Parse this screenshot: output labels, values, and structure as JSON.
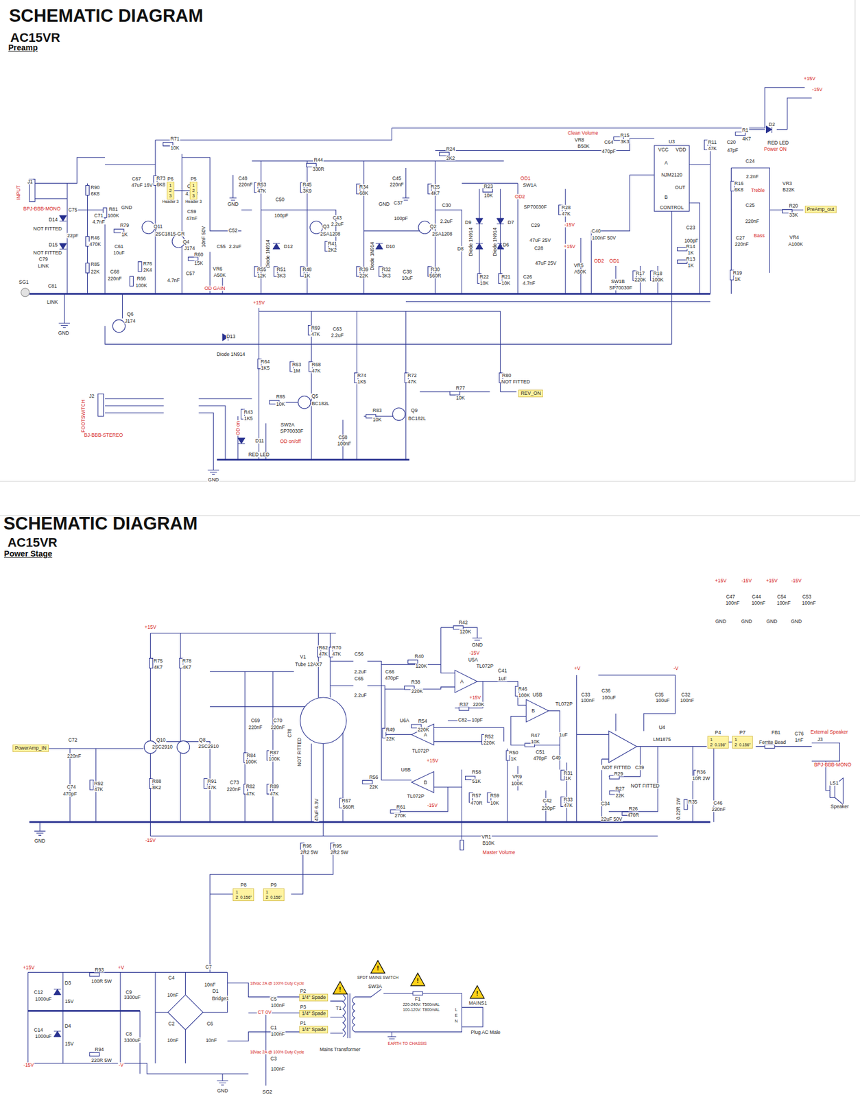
{
  "diagram": {
    "title": "SCHEMATIC DIAGRAM",
    "nodes": [
      {
        "text": [
          "PreAmp_out"
        ]
      },
      {
        "text": [
          "REV_ON"
        ]
      },
      {
        "text": [
          "P6",
          "1 2 3",
          "Header 3"
        ]
      },
      {
        "text": [
          "P5",
          "1 2 3",
          "Header 3"
        ]
      },
      {
        "text": [
          "PowerAmp_IN"
        ]
      },
      {
        "text": [
          "P4",
          "1 2",
          "0.156\""
        ]
      },
      {
        "text": [
          "P7",
          "1 2",
          "0.156\""
        ]
      },
      {
        "text": [
          "P8",
          "1 2",
          "0.156\""
        ]
      },
      {
        "text": [
          "P9",
          "1 2",
          "0.156\""
        ]
      },
      {
        "text": [
          "P2",
          "1/4\" Spade"
        ]
      },
      {
        "text": [
          "P3",
          "1/4\" Spade"
        ]
      },
      {
        "text": [
          "P1",
          "1/4\" Spade"
        ]
      }
    ],
    "edges": [
      {
        "from": 2,
        "to": 3,
        "arrow": "none"
      },
      {
        "from": 5,
        "to": 6,
        "arrow": "none"
      }
    ],
    "labels": [
      "AC15VR",
      "Preamp",
      "SCHEMATIC DIAGRAM",
      "AC15VR",
      "Power Stage",
      "+15V",
      "-15V",
      "R71",
      "10K",
      "R44",
      "330R",
      "R24",
      "2K2",
      "Clean Volume",
      "VR8",
      "B50K",
      "C64",
      "470pF",
      "R15",
      "3K3",
      "U3",
      "R11",
      "47K",
      "C20",
      "47pF",
      "R1",
      "4K7",
      "D2",
      "RED LED",
      "Power ON",
      "INPUT",
      "J1",
      "BPJ-BBB-MONO",
      "D14",
      "NOT FITTED",
      "D15",
      "NOT FITTED",
      "C79",
      "LINK",
      "SG1",
      "C81",
      "LINK",
      "GND",
      "R90",
      "6K8",
      "C75",
      "22pF",
      "C71",
      "4.7nF",
      "R81",
      "100K",
      "C67",
      "47uF 16V",
      "GND",
      "R73",
      "6K8",
      "R79",
      "1K",
      "Q11",
      "2SC1815-GR",
      "C60",
      "4.7nF",
      "C59",
      "47nF",
      "R46",
      "470K",
      "C61",
      "10uF",
      "Q4",
      "J174",
      "10nF 50V",
      "C55",
      "C52",
      "2.2uF",
      "R76",
      "2K4",
      "R60",
      "15K",
      "R85",
      "22K",
      "C68",
      "220nF",
      "R66",
      "100K",
      "C57",
      "4.7nF",
      "VR6",
      "A50K",
      "OD GAIN",
      "Q6",
      "J174",
      "C48",
      "220nF",
      "GND",
      "R53",
      "47K",
      "C50",
      "100pF",
      "R45",
      "3K9",
      "Q3",
      "2SA1208",
      "C43",
      "2.2uF",
      "Diode 1N914",
      "D12",
      "R55",
      "12K",
      "R51",
      "3K3",
      "R48",
      "1K",
      "R41",
      "2K2",
      "R34",
      "68K",
      "C45",
      "220nF",
      "GND",
      "C37",
      "100pF",
      "Diode 1N914",
      "D10",
      "R39",
      "22K",
      "R32",
      "3K3",
      "C38",
      "10uF",
      "R25",
      "4K7",
      "Q2",
      "2SA1208",
      "C30",
      "2.2uF",
      "R30",
      "560R",
      "R23",
      "10K",
      "OD1",
      "SW1A",
      "OD2",
      "SP70030F",
      "D9",
      "Diode 1N914",
      "D8",
      "Diode 1N914",
      "D7",
      "D6",
      "C29",
      "47uF 25V",
      "C28",
      "47uF 25V",
      "R28",
      "47K",
      "-15V",
      "+15V",
      "R22",
      "10K",
      "R21",
      "10K",
      "C26",
      "4.7nF",
      "VR5",
      "A50K",
      "C40",
      "100nF 50V",
      "OD2",
      "OD1",
      "SW1B",
      "SP70030F",
      "R17",
      "220K",
      "R18",
      "100K",
      "VCC",
      "VDD",
      "A",
      "NJM2120",
      "OUT",
      "B",
      "CONTROL",
      "C23",
      "100pF",
      "R14",
      "1K",
      "R13",
      "1K",
      "R16",
      "6K8",
      "C24",
      "2.2nF",
      "Treble",
      "VR3",
      "B22K",
      "R20",
      "33K",
      "C25",
      "220nF",
      "C27",
      "220nF",
      "Bass",
      "VR4",
      "A100K",
      "R19",
      "1K",
      "D13",
      "Diode 1N914",
      "+15V",
      "R69",
      "47K",
      "C63",
      "2.2uF",
      "R64",
      "1K5",
      "R63",
      "1M",
      "R68",
      "47K",
      "R74",
      "1K5",
      "R72",
      "47K",
      "R80",
      "NOT FITTED",
      "R77",
      "10K",
      "R65",
      "10K",
      "Q5",
      "BC182L",
      "R83",
      "10K",
      "Q9",
      "BC182L",
      "R43",
      "1K5",
      "SW2A",
      "SP70030F",
      "OD on/off",
      "C58",
      "100nF",
      "OD on",
      "D11",
      "RED LED",
      "GND",
      "J2",
      "FOOTSWITCH",
      "BJ-BBB-STEREO",
      "+15V",
      "C47",
      "100nF",
      "GND",
      "-15V",
      "C44",
      "100nF",
      "GND",
      "+15V",
      "C54",
      "100nF",
      "GND",
      "-15V",
      "C53",
      "100nF",
      "GND",
      "+15V",
      "R75",
      "4K7",
      "R78",
      "4K7",
      "C72",
      "220nF",
      "Q10",
      "2SC2910",
      "Q8",
      "2SC2910",
      "C74",
      "470pF",
      "R92",
      "47K",
      "R88",
      "8K2",
      "R91",
      "47K",
      "C69",
      "220nF",
      "C70",
      "220nF",
      "R84",
      "100K",
      "R87",
      "100K",
      "C73",
      "220nF",
      "R82",
      "47K",
      "R89",
      "47K",
      "C78",
      "NOT FITTED",
      "V1",
      "Tube 12AX7",
      "R62",
      "47K",
      "R70",
      "47K",
      "47uF 6.3V",
      "R67",
      "560R",
      "GND",
      "-15V",
      "R96",
      "2R2 5W",
      "R95",
      "2R2 5W",
      "C56",
      "2.2uF",
      "C65",
      "2.2uF",
      "C66",
      "470pF",
      "R42",
      "120K",
      "GND",
      "R40",
      "120K",
      "-15V",
      "U5A",
      "TL072P",
      "A",
      "C41",
      "1uF",
      "R38",
      "220K",
      "+15V",
      "R37",
      "220K",
      "C82",
      "10pF",
      "R46",
      "100K",
      "U5B",
      "TL072P",
      "B",
      "R54",
      "220K",
      "U6A",
      "A",
      "TL072P",
      "R49",
      "22K",
      "R52",
      "220K",
      "+15V",
      "U6B",
      "B",
      "TL072P",
      "-15V",
      "R56",
      "22K",
      "R61",
      "270K",
      "R58",
      "51K",
      "R57",
      "470R",
      "R59",
      "10K",
      "VR9",
      "100K",
      "R50",
      "1K",
      "R47",
      "10K",
      "C51",
      "470pF",
      "C49",
      "1uF",
      "C42",
      "220pF",
      "R31",
      "1K",
      "R33",
      "47K",
      "VR1",
      "B10K",
      "Master Volume",
      "+V",
      "C33",
      "100nF",
      "C36",
      "100uF",
      "C35",
      "100uF",
      "-V",
      "C32",
      "100nF",
      "U4",
      "LM1875",
      "NOT FITTED",
      "R29",
      "C39",
      "NOT FITTED",
      "R27",
      "22K",
      "C34",
      "22uF 50V",
      "R26",
      "470R",
      "R36",
      "10R 2W",
      "0.22R 1W",
      "R35",
      "C46",
      "220nF",
      "FB1",
      "Ferrite Bead",
      "C76",
      "1nF",
      "External Speaker",
      "J3",
      "BPJ-BBB-MONO",
      "LS1",
      "Speaker",
      "+15V",
      "C12",
      "1000uF",
      "D3",
      "15V",
      "R93",
      "100R 5W",
      "+V",
      "C9",
      "3300uF",
      "C4",
      "10nF",
      "C7",
      "10nF",
      "D1",
      "Bridge1",
      "C14",
      "1000uF",
      "D4",
      "15V",
      "C8",
      "3300uF",
      "R94",
      "220R 5W",
      "-15V",
      "-V",
      "C2",
      "10nF",
      "C6",
      "10nF",
      "GND",
      "18Vac 2A @ 100% Duty Cycle",
      "C5",
      "100nF",
      "CT 0V",
      "C1",
      "100nF",
      "18Vac 2A @ 100% Duty Cycle",
      "C3",
      "100nF",
      "SG2",
      "T1",
      "Mains Transformer",
      "SPDT MAINS SWITCH",
      "SW3A",
      "F1",
      "220-240V: T500mAL",
      "100-120V: T800mAL",
      "EARTH TO CHASSIS",
      "MAINS1",
      "L",
      "E",
      "N",
      "Plug AC Male",
      "!",
      "!",
      "!",
      "!"
    ]
  }
}
